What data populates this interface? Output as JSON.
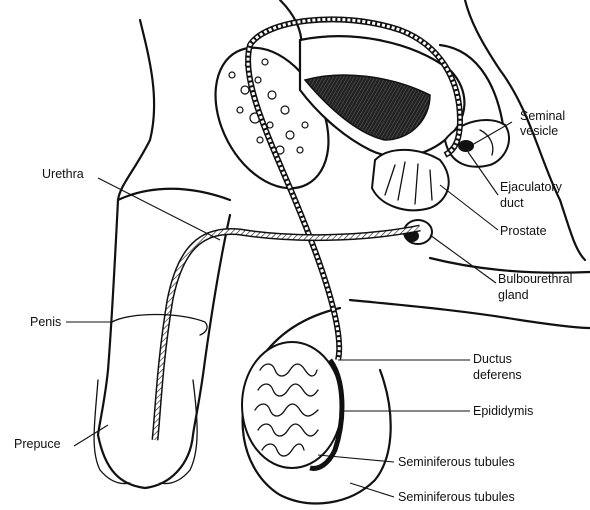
{
  "labels": {
    "seminal_vesicle": [
      "Seminal",
      "vesicle"
    ],
    "urethra": "Urethra",
    "ejaculatory_duct": [
      "Ejaculatory",
      "duct"
    ],
    "prostate": "Prostate",
    "bulbourethral_gland": [
      "Bulbourethral",
      "gland"
    ],
    "penis": "Penis",
    "ductus_deferens": [
      "Ductus",
      "deferens"
    ],
    "epididymis": "Epididymis",
    "prepuce": "Prepuce",
    "seminiferous_tubules_1": "Seminiferous tubules",
    "seminiferous_tubules_2": "Seminiferous tubules"
  },
  "colors": {
    "ink": "#111111",
    "background": "#ffffff"
  }
}
